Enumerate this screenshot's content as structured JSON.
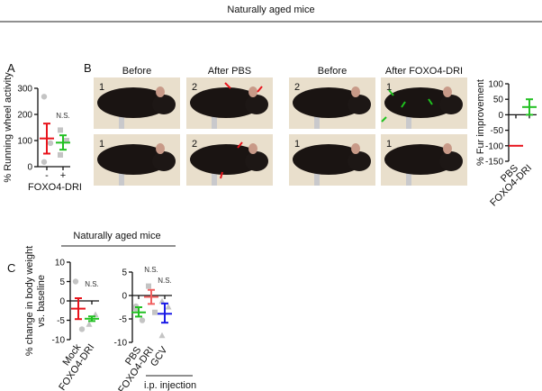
{
  "figure_title": "Naturally aged mice",
  "panel_labels": {
    "a": "A",
    "b": "B",
    "c": "C"
  },
  "colors": {
    "pbs": "#e8141c",
    "foxo": "#22c022",
    "gcv": "#1a1ae6",
    "foxo_light": "#f06060",
    "points": "#c4c4c4"
  },
  "panel_b": {
    "column_labels": [
      "Before",
      "After PBS",
      "Before",
      "After FOXO4-DRI"
    ],
    "photo_numbers": [
      [
        "1",
        "2",
        "2",
        "1"
      ],
      [
        "1",
        "2",
        "1",
        "1"
      ]
    ]
  },
  "panel_c": {
    "subtitle": "Naturally aged mice",
    "injection_label": "i.p. injection"
  },
  "chart_data": [
    {
      "id": "a",
      "type": "scatter",
      "ylabel": "% Running wheel activity",
      "xlabel": "FOXO4-DRI",
      "ylim": [
        0,
        300
      ],
      "yticks": [
        "0",
        "100",
        "200",
        "300"
      ],
      "annotation": "N.S.",
      "groups": [
        {
          "label": "-",
          "color": "#e8141c",
          "mean": 108,
          "err": [
            50,
            165
          ],
          "points": [
            268,
            90,
            18
          ],
          "marker": "circle"
        },
        {
          "label": "+",
          "color": "#22c022",
          "mean": 92,
          "err": [
            65,
            120
          ],
          "points": [
            140,
            100,
            45
          ],
          "marker": "square"
        }
      ]
    },
    {
      "id": "fur",
      "type": "scatter",
      "ylabel": "% Fur improvement",
      "ylim": [
        -150,
        100
      ],
      "yticks": [
        "-150",
        "-100",
        "-50",
        "0",
        "50",
        "100"
      ],
      "groups": [
        {
          "label": "PBS",
          "color": "#e8141c",
          "mean": -100,
          "err": [
            -100,
            -100
          ],
          "points": []
        },
        {
          "label": "FOXO4-DRI",
          "color": "#22c022",
          "mean": 25,
          "err": [
            0,
            50
          ],
          "points": []
        }
      ]
    },
    {
      "id": "c1",
      "type": "scatter",
      "ylabel": "% change in body weight vs. baseline",
      "ylim": [
        -10,
        10
      ],
      "yticks": [
        "-10",
        "-5",
        "0",
        "5",
        "10"
      ],
      "annotation": "N.S.",
      "groups": [
        {
          "label": "Mock",
          "color": "#e8141c",
          "mean": -2,
          "err": [
            -4.7,
            0.7
          ],
          "points": [
            5,
            -7.3
          ],
          "marker": "circle"
        },
        {
          "label": "FOXO4-DRI",
          "color": "#22c022",
          "mean": -4.6,
          "err": [
            -5.2,
            -4
          ],
          "points": [
            -6,
            -3.5
          ],
          "marker": "triangle"
        }
      ]
    },
    {
      "id": "c2",
      "type": "scatter",
      "ylim": [
        -10,
        5
      ],
      "yticks": [
        "-10",
        "-5",
        "0",
        "5"
      ],
      "annotations": [
        "N.S.",
        "N.S."
      ],
      "groups": [
        {
          "label": "PBS",
          "color": "#22c022",
          "mean": -3.6,
          "err": [
            -4.5,
            -2.5
          ],
          "points": [
            -2.3,
            -5.3,
            -2.8
          ],
          "marker": "circle"
        },
        {
          "label": "FOXO4-DRI",
          "color": "#f06060",
          "mean": -0.3,
          "err": [
            -1.8,
            1.2
          ],
          "points": [
            2,
            -3.6
          ],
          "marker": "square"
        },
        {
          "label": "GCV",
          "color": "#1a1ae6",
          "mean": -3.9,
          "err": [
            -5.8,
            -1.7
          ],
          "points": [
            -1.2,
            -2.4,
            -8.5
          ],
          "marker": "triangle"
        }
      ]
    }
  ]
}
